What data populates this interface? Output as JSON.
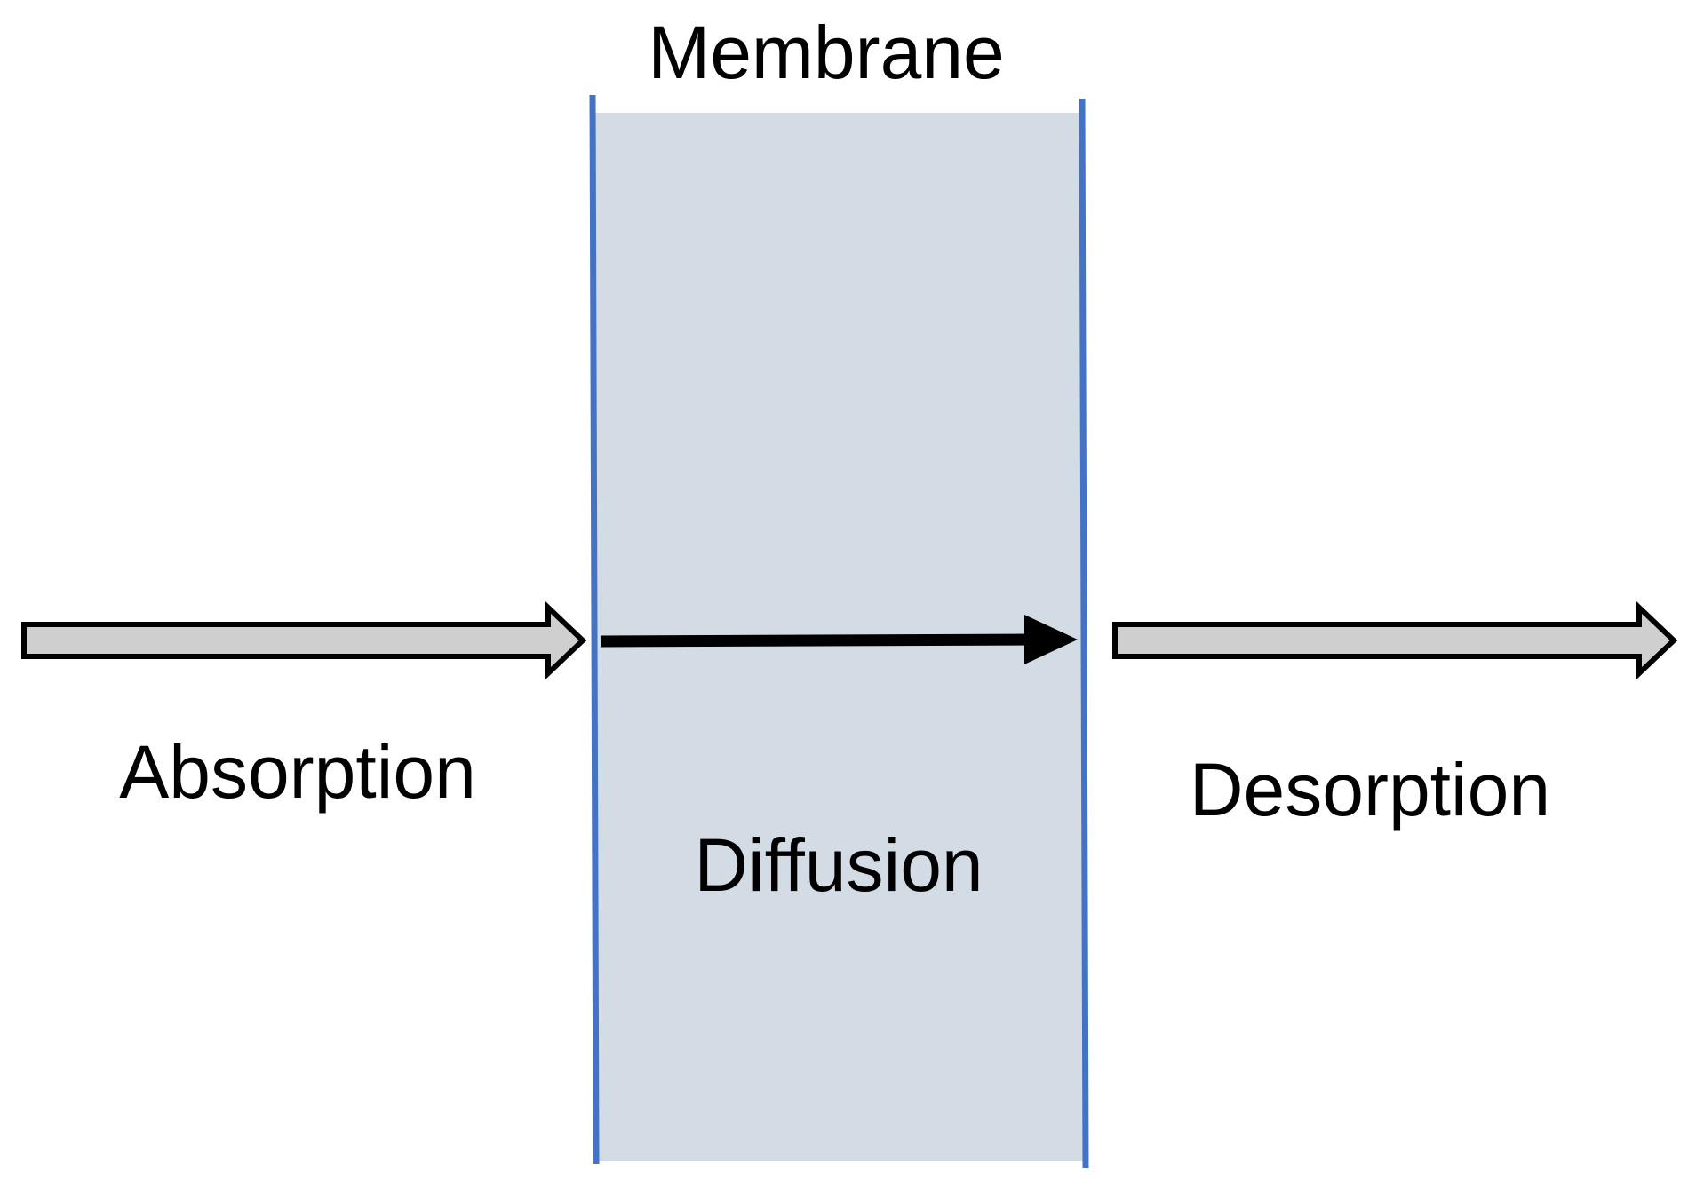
{
  "labels": {
    "membrane": "Membrane",
    "absorption": "Absorption",
    "diffusion": "Diffusion",
    "desorption": "Desorption"
  },
  "colors": {
    "membrane_fill": "#d3dbe5",
    "membrane_border": "#4472c4",
    "outer_arrow_fill": "#cfcfcf",
    "outer_arrow_stroke": "#000000",
    "diffusion_arrow": "#000000",
    "text": "#000000"
  }
}
